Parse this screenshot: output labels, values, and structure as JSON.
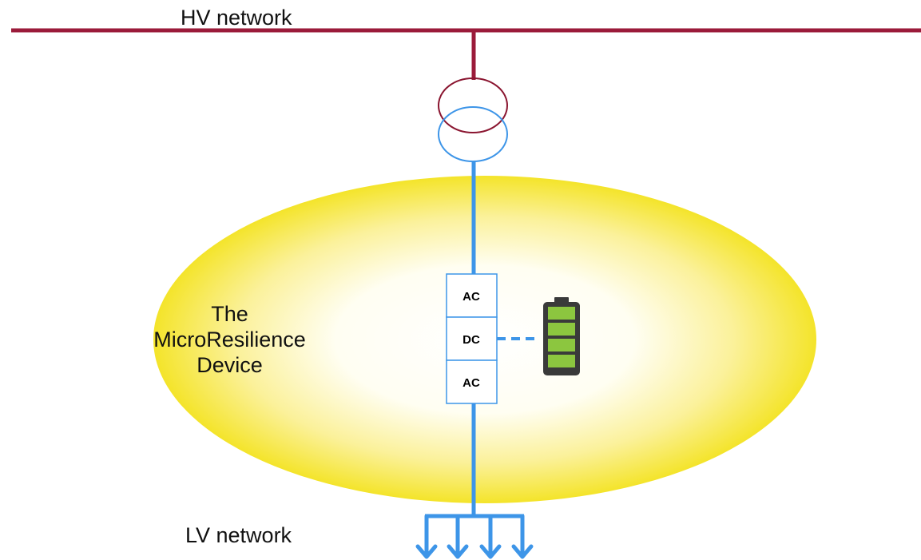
{
  "labels": {
    "hv_network": "HV network",
    "lv_network": "LV network",
    "device_line1": "The",
    "device_line2": "MicroResilience",
    "device_line3": "Device"
  },
  "converter": {
    "top": "AC",
    "middle": "DC",
    "bottom": "AC"
  },
  "colors": {
    "hv_line": "#9b1b3a",
    "lv_line": "#3d95e8",
    "transformer_primary": "#8a1530",
    "transformer_secondary": "#3d95e8",
    "glow": "#f4e42a",
    "battery_cell": "#8cc63f",
    "battery_body": "#3a3a3a"
  },
  "icons": {
    "transformer": "transformer-icon",
    "battery": "battery-icon",
    "feeder_arrows": "arrow-down-icon"
  }
}
